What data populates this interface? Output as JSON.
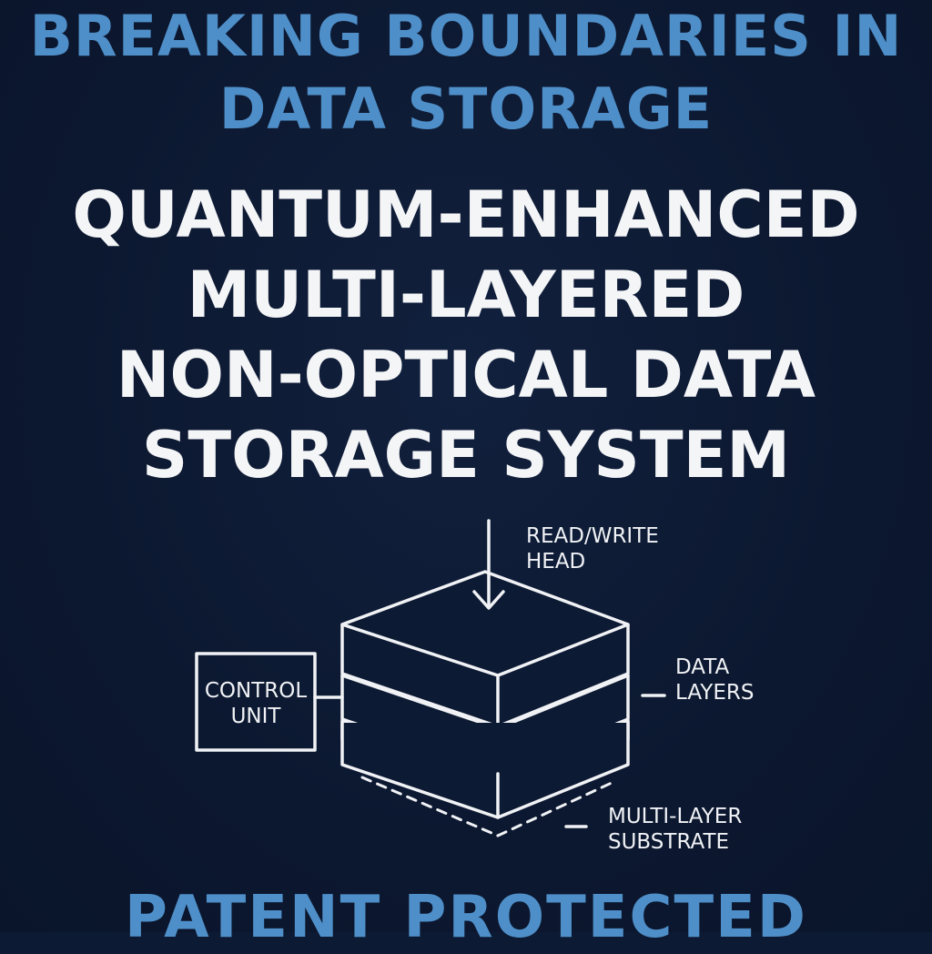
{
  "headline": {
    "lines": [
      "BREAKING BOUNDARIES IN",
      "DATA STORAGE"
    ],
    "color": "#4f8fc9"
  },
  "title": {
    "lines": [
      "QUANTUM-ENHANCED",
      "MULTI-LAYERED",
      "NON-OPTICAL DATA",
      "STORAGE SYSTEM"
    ],
    "color": "#f4f5f7"
  },
  "diagram": {
    "read_write_head": [
      "READ/WRITE",
      "HEAD"
    ],
    "control_unit": [
      "CONTROL",
      "UNIT"
    ],
    "data_layers": [
      "DATA",
      "LAYERS"
    ],
    "substrate": [
      "MULTI-LAYER",
      "SUBSTRATE"
    ]
  },
  "footer": {
    "text": "PATENT PROTECTED"
  },
  "colors": {
    "background": "#0d1a33",
    "accent": "#4f8fc9",
    "line": "#f0f2f5"
  }
}
